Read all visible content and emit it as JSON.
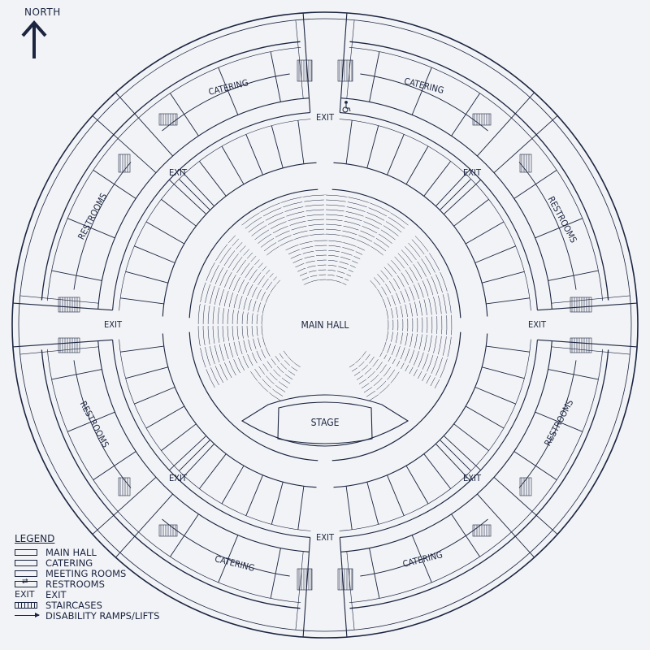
{
  "north": {
    "label": "NORTH"
  },
  "labels": {
    "main_hall": "MAIN HALL",
    "stage": "STAGE",
    "exit": "EXIT",
    "catering": "CATERING",
    "restrooms": "RESTROOMS"
  },
  "legend": {
    "title": "LEGEND",
    "items": [
      {
        "symbol": "box",
        "label": "MAIN HALL"
      },
      {
        "symbol": "box",
        "label": "CATERING"
      },
      {
        "symbol": "box",
        "label": "MEETING ROOMS"
      },
      {
        "symbol": "restroom",
        "label": "RESTROOMS"
      },
      {
        "symbol": "exit",
        "symbol_text": "EXIT",
        "label": "EXIT"
      },
      {
        "symbol": "stair",
        "label": "STAIRCASES"
      },
      {
        "symbol": "arrow",
        "label": "DISABILITY RAMPS/LIFTS"
      }
    ]
  },
  "colors": {
    "ink": "#1b2540",
    "paper": "#f2f3f6"
  },
  "icons": {
    "north_arrow": "north-arrow-icon",
    "accessibility": "wheelchair-icon"
  }
}
